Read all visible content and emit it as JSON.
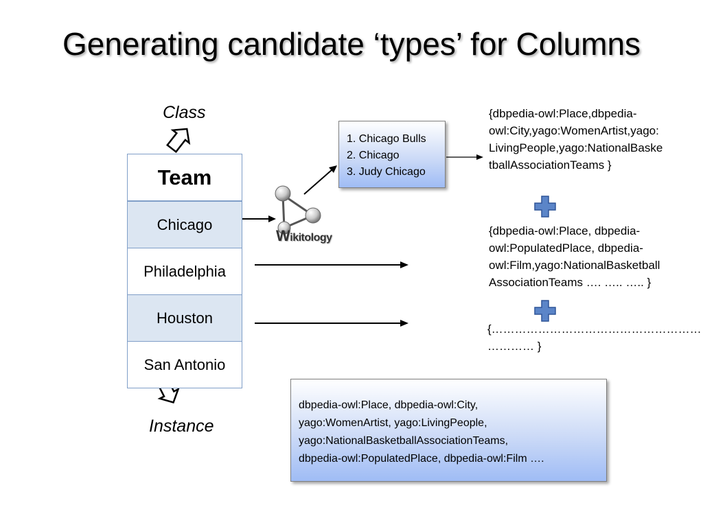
{
  "slide": {
    "title": "Generating candidate ‘types’ for Columns"
  },
  "labels": {
    "class": "Class",
    "instance": "Instance"
  },
  "table": {
    "header": "Team",
    "rows": [
      "Chicago",
      "Philadelphia",
      "Houston",
      "San Antonio"
    ]
  },
  "logo": {
    "initial": "W",
    "rest": "ikitology"
  },
  "candidates": [
    "1. Chicago Bulls",
    "2. Chicago",
    "3. Judy Chicago"
  ],
  "type_sets": [
    {
      "lines": [
        "{dbpedia-owl:Place,dbpedia-",
        "owl:City,yago:WomenArtist,yago:",
        "LivingPeople,yago:NationalBaske",
        "tballAssociationTeams }"
      ]
    },
    {
      "lines": [
        "{dbpedia-owl:Place, dbpedia-",
        "owl:PopulatedPlace, dbpedia-",
        "owl:Film,yago:NationalBasketball",
        "AssociationTeams …. ….. ….. }"
      ]
    },
    {
      "lines": [
        "{………………………………………………",
        "…………   }"
      ]
    }
  ],
  "summary": {
    "lines": [
      "dbpedia-owl:Place, dbpedia-owl:City,",
      "yago:WomenArtist, yago:LivingPeople,",
      "yago:NationalBasketballAssociationTeams,",
      "dbpedia-owl:PopulatedPlace, dbpedia-owl:Film …."
    ]
  },
  "colors": {
    "table_border": "#7f9ec8",
    "shaded_row": "#dce6f2",
    "plus_fill": "#5b85c8",
    "plus_stroke": "#2f5597"
  }
}
